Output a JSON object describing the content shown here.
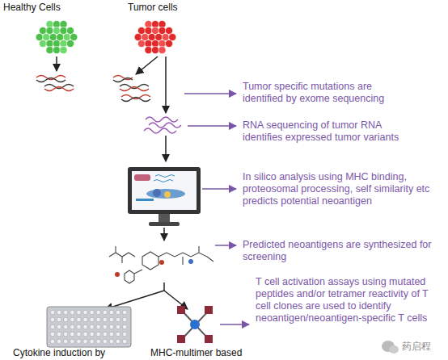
{
  "diagram": {
    "labels": [
      "Healthy Cells",
      "Tumor cells",
      "Tumor specific mutations are identified by exome sequencing",
      "RNA sequencing of tumor RNA identifies expressed tumor variants",
      "In silico analysis using MHC binding, proteosomal processing, self similarity etc predicts potential neoantigen",
      "Predicted neoantigens are synthesized for screening",
      "T cell activation assays using mutated peptides and/or tetramer reactivity of T cell clones are used to identify neoantigen/neoantigen-specific T cells",
      "Cytokine induction by",
      "MHC-multimer based",
      "药启程"
    ]
  }
}
